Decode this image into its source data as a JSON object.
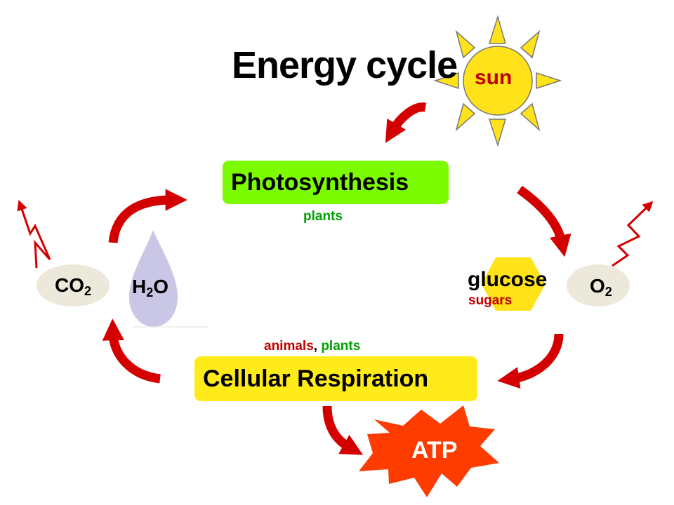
{
  "title": "Energy cycle",
  "sun": {
    "label": "sun"
  },
  "photosynthesis": {
    "label": "Photosynthesis",
    "organisms": "plants"
  },
  "respiration": {
    "label": "Cellular Respiration",
    "organisms_1": "animals",
    "separator": ",",
    "organisms_2": "plants"
  },
  "glucose": {
    "label": "glucose",
    "sublabel": "sugars"
  },
  "co2": {
    "base": "CO",
    "sub": "2"
  },
  "h2o": {
    "base1": "H",
    "sub": "2",
    "base2": "O"
  },
  "o2": {
    "base": "O",
    "sub": "2"
  },
  "atp": {
    "label": "ATP"
  },
  "colors": {
    "arrow": "#d40000",
    "photosynthesis": "#7cfc00",
    "respiration": "#ffeb1a",
    "sun": "#ffe21a",
    "glucose": "#ffe21a",
    "gas_bubble": "#ece8da",
    "water_drop": "#c9c6e6",
    "atp_burst": "#ff3c00",
    "plants_text": "#00a000",
    "animals_text": "#c00000"
  }
}
